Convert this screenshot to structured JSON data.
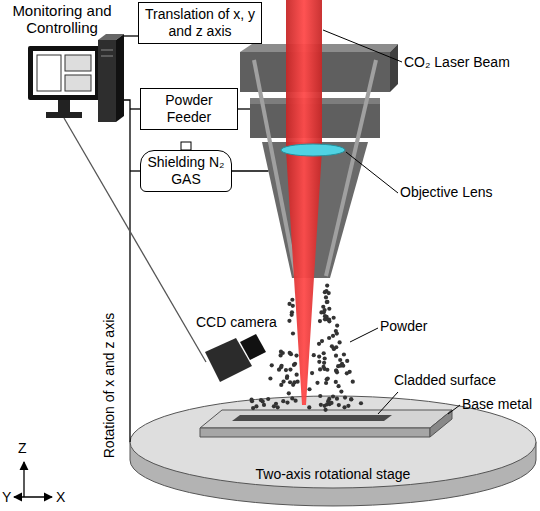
{
  "diagram": {
    "nodes": [
      {
        "text": [
          "Translation of x, y and z axis"
        ]
      },
      {
        "text": [
          "Powder Feeder"
        ]
      },
      {
        "text": [
          "Shielding N₂ GAS"
        ]
      }
    ],
    "labels": [
      "Monitoring and Controlling",
      "CO₂ Laser Beam",
      "Objective Lens",
      "CCD camera",
      "Powder",
      "Cladded surface",
      "Base metal",
      "Rotation of x and z axis",
      "Two-axis rotational stage",
      "Z",
      "Y",
      "X"
    ]
  }
}
